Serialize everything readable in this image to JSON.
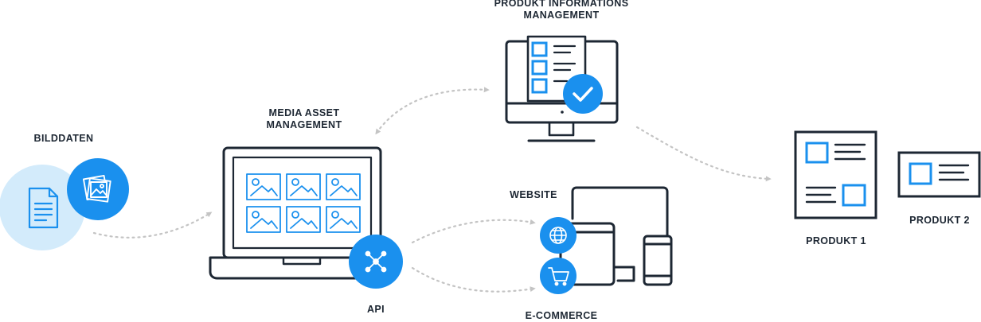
{
  "labels": {
    "bilddaten": "BILDDATEN",
    "mam_line1": "MEDIA ASSET",
    "mam_line2": "MANAGEMENT",
    "pim_line1": "PRODUKT INFORMATIONS",
    "pim_line2": "MANAGEMENT",
    "website": "WEBSITE",
    "ecommerce": "E-COMMERCE",
    "api": "API",
    "produkt1": "PRODUKT 1",
    "produkt2": "PRODUKT 2"
  },
  "colors": {
    "accent": "#1a90ee",
    "accent_light": "#d3ebfb",
    "outline": "#1d2733",
    "connector": "#c4c4c4",
    "background": "#ffffff"
  },
  "icons": {
    "document": "document-icon",
    "images": "images-icon",
    "network": "network-icon",
    "globe": "globe-icon",
    "cart": "shopping-cart-icon",
    "check": "check-icon"
  }
}
